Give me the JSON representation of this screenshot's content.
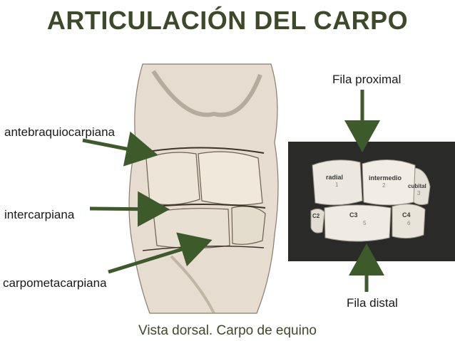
{
  "title": "ARTICULACIÓN DEL CARPO",
  "labels": {
    "antebraquiocarpiana": "antebraquiocarpiana",
    "intercarpiana": "intercarpiana",
    "carpometacarpiana": "carpometacarpiana",
    "fila_proximal": "Fila proximal",
    "fila_distal": "Fila distal"
  },
  "bones": {
    "radial": "radial",
    "radial_num": "1",
    "intermedio": "intermedio",
    "intermedio_num": "2",
    "cubital": "cubital",
    "cubital_num": "3",
    "c2": "C2",
    "c3": "C3",
    "c3_num": "5",
    "c4": "C4",
    "c4_num": "6"
  },
  "caption": "Vista dorsal. Carpo de equino",
  "colors": {
    "title": "#3d4a28",
    "arrow": "#3d5a2a",
    "photo_bg": "#2a2a28"
  }
}
